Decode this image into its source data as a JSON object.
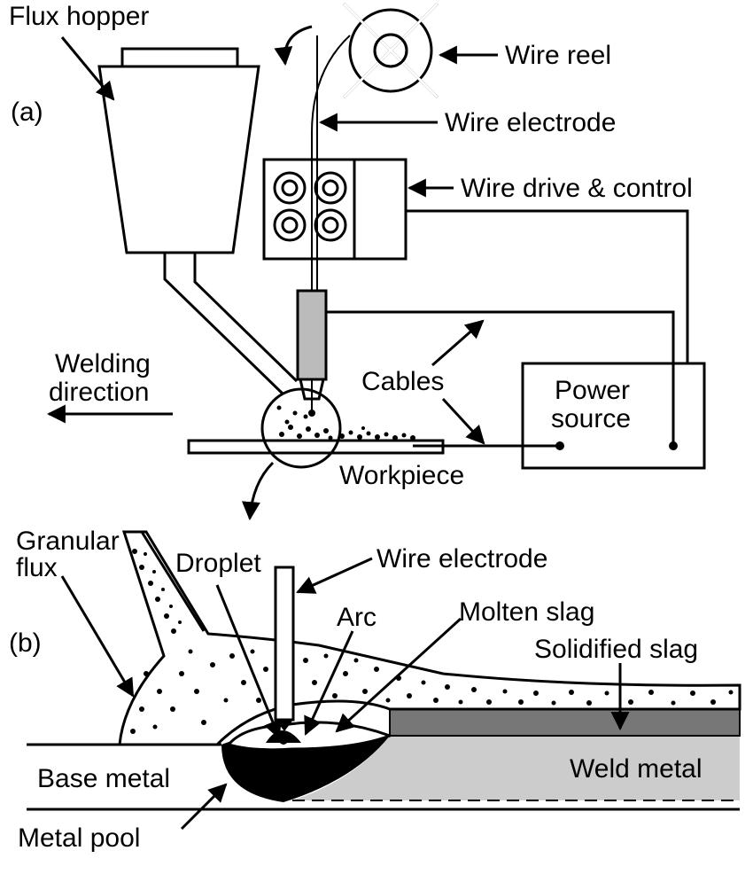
{
  "labels": {
    "panel_a": "(a)",
    "panel_b": "(b)",
    "flux_hopper": "Flux hopper",
    "wire_reel": "Wire reel",
    "wire_electrode_top": "Wire electrode",
    "wire_drive_control": "Wire drive & control",
    "welding_direction_line1": "Welding",
    "welding_direction_line2": "direction",
    "cables": "Cables",
    "power_source_line1": "Power",
    "power_source_line2": "source",
    "workpiece": "Workpiece",
    "granular_flux_line1": "Granular",
    "granular_flux_line2": "flux",
    "droplet": "Droplet",
    "wire_electrode_bottom": "Wire electrode",
    "arc": "Arc",
    "molten_slag": "Molten slag",
    "solidified_slag": "Solidified slag",
    "base_metal": "Base metal",
    "weld_metal": "Weld metal",
    "metal_pool": "Metal pool"
  },
  "colors": {
    "line": "#000000",
    "weld_metal_fill": "#cccccc",
    "solidified_slag_fill": "#777777",
    "nozzle_fill": "#bbbbbb"
  }
}
